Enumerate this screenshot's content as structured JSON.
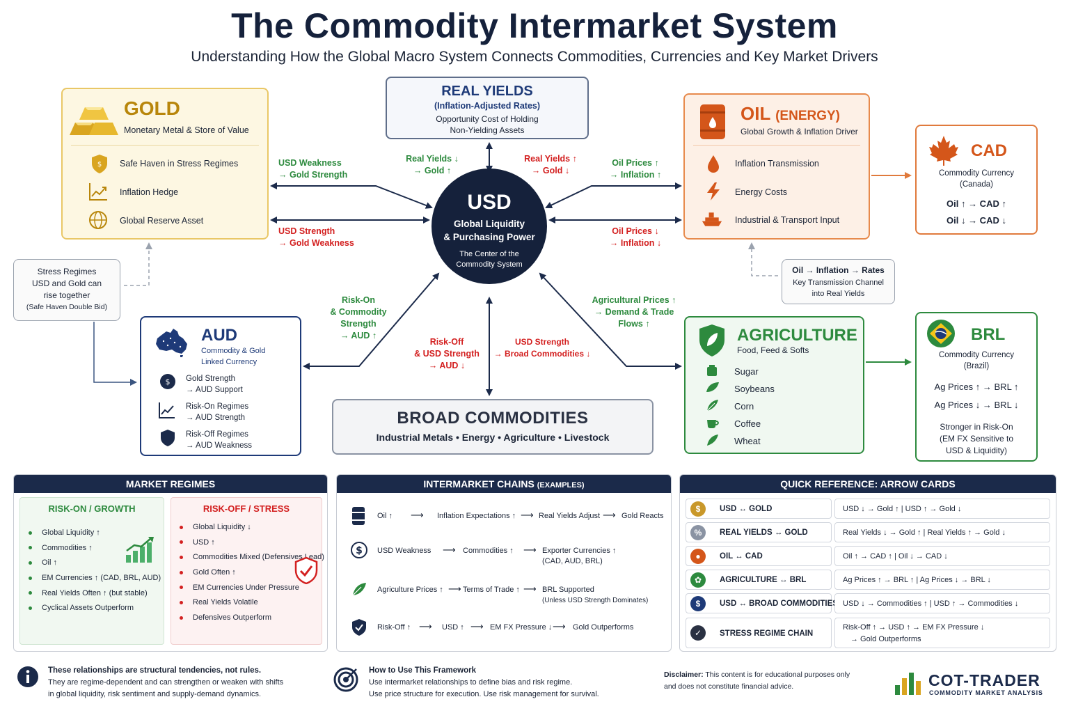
{
  "header": {
    "title": "The Commodity Intermarket System",
    "subtitle": "Understanding How the Global Macro System Connects Commodities, Currencies and Key Market Drivers"
  },
  "gold": {
    "title": "GOLD",
    "subtitle": "Monetary Metal & Store of Value",
    "items": [
      "Safe Haven in Stress Regimes",
      "Inflation Hedge",
      "Global Reserve Asset"
    ]
  },
  "real_yields": {
    "title": "REAL YIELDS",
    "subtitle": "(Inflation-Adjusted Rates)",
    "desc1": "Opportunity Cost of Holding",
    "desc2": "Non-Yielding Assets"
  },
  "oil": {
    "title": "OIL",
    "title_suffix": "(ENERGY)",
    "subtitle": "Global Growth & Inflation Driver",
    "items": [
      "Inflation Transmission",
      "Energy Costs",
      "Industrial & Transport Input"
    ]
  },
  "cad": {
    "title": "CAD",
    "sub1": "Commodity Currency",
    "sub2": "(Canada)",
    "rule1": "Oil ↑ → CAD ↑",
    "rule2": "Oil ↓ → CAD ↓"
  },
  "usd": {
    "title": "USD",
    "sub1": "Global Liquidity",
    "sub2": "& Purchasing Power",
    "desc1": "The Center of the",
    "desc2": "Commodity System"
  },
  "stress": {
    "title": "Stress Regimes",
    "line1": "USD and Gold can",
    "line2": "rise together",
    "note": "(Safe Haven Double Bid)"
  },
  "transmission": {
    "title": "Oil → Inflation → Rates",
    "line1": "Key Transmission Channel",
    "line2": "into Real Yields"
  },
  "aud": {
    "title": "AUD",
    "sub1": "Commodity & Gold",
    "sub2": "Linked Currency",
    "items": [
      {
        "a": "Gold Strength",
        "b": "→ AUD Support"
      },
      {
        "a": "Risk-On Regimes",
        "b": "→ AUD Strength"
      },
      {
        "a": "Risk-Off Regimes",
        "b": "→ AUD Weakness"
      }
    ]
  },
  "broad": {
    "title": "BROAD COMMODITIES",
    "subtitle": "Industrial Metals • Energy • Agriculture • Livestock"
  },
  "agri": {
    "title": "AGRICULTURE",
    "subtitle": "Food, Feed & Softs",
    "items": [
      "Sugar",
      "Soybeans",
      "Corn",
      "Coffee",
      "Wheat"
    ]
  },
  "brl": {
    "title": "BRL",
    "sub1": "Commodity Currency",
    "sub2": "(Brazil)",
    "rule1": "Ag Prices ↑ → BRL ↑",
    "rule2": "Ag Prices ↓ → BRL ↓",
    "note1": "Stronger in Risk-On",
    "note2": "(EM FX Sensitive to",
    "note3": "USD & Liquidity)"
  },
  "arrow_labels": {
    "usd_weak_1": "USD Weakness",
    "usd_weak_2": "→ Gold Strength",
    "usd_strong_1": "USD Strength",
    "usd_strong_2": "→ Gold Weakness",
    "ry_down_1": "Real Yields ↓",
    "ry_down_2": "→ Gold ↑",
    "ry_up_1": "Real Yields ↑",
    "ry_up_2": "→ Gold ↓",
    "oil_up_1": "Oil Prices ↑",
    "oil_up_2": "→ Inflation ↑",
    "oil_down_1": "Oil Prices ↓",
    "oil_down_2": "→ Inflation ↓",
    "riskon_1": "Risk-On",
    "riskon_2": "& Commodity",
    "riskon_3": "Strength",
    "riskon_4": "→ AUD ↑",
    "riskoff_1": "Risk-Off",
    "riskoff_2": "& USD Strength",
    "riskoff_3": "→ AUD ↓",
    "usd_broad_1": "USD Strength",
    "usd_broad_2": "→ Broad Commodities ↓",
    "ag_1": "Agricultural Prices ↑",
    "ag_2": "→ Demand & Trade",
    "ag_3": "Flows ↑"
  },
  "market_regimes": {
    "header": "MARKET REGIMES",
    "risk_on": {
      "title": "RISK-ON / GROWTH",
      "items": [
        "Global Liquidity ↑",
        "Commodities ↑",
        "Oil ↑",
        "EM Currencies ↑ (CAD, BRL, AUD)",
        "Real Yields Often ↑ (but stable)",
        "Cyclical Assets Outperform"
      ]
    },
    "risk_off": {
      "title": "RISK-OFF / STRESS",
      "items": [
        "Global Liquidity ↓",
        "USD ↑",
        "Commodities Mixed (Defensives Lead)",
        "Gold Often ↑",
        "EM Currencies Under Pressure",
        "Real Yields Volatile",
        "Defensives Outperform"
      ]
    }
  },
  "chains": {
    "header": "INTERMARKET CHAINS",
    "header_small": "(EXAMPLES)",
    "rows": [
      {
        "a": "Oil ↑",
        "b": "Inflation Expectations ↑",
        "c": "Real Yields Adjust",
        "d": "Gold Reacts",
        "d2": ""
      },
      {
        "a": "USD Weakness",
        "b": "Commodities ↑",
        "c": "Exporter Currencies ↑",
        "d": "(CAD, AUD, BRL)",
        "d2": ""
      },
      {
        "a": "Agriculture Prices ↑",
        "b": "Terms of Trade ↑",
        "c": "BRL Supported",
        "d": "(Unless USD Strength Dominates)",
        "d2": ""
      },
      {
        "a": "Risk-Off ↑",
        "b": "USD ↑",
        "c": "EM FX Pressure ↓",
        "d": "Gold Outperforms",
        "d2": ""
      }
    ]
  },
  "quick_ref": {
    "header": "QUICK REFERENCE: ARROW CARDS",
    "rows": [
      {
        "left": "USD ↔ GOLD",
        "right": "USD ↓ → Gold ↑   |   USD ↑ → Gold ↓",
        "color": "#c9982a",
        "icon": "$"
      },
      {
        "left": "REAL YIELDS ↔ GOLD",
        "right": "Real Yields ↓ → Gold ↑   |   Real Yields ↑ → Gold ↓",
        "color": "#8a93a3",
        "icon": "%"
      },
      {
        "left": "OIL ↔ CAD",
        "right": "Oil ↑ → CAD ↑   |   Oil ↓ → CAD ↓",
        "color": "#d4561a",
        "icon": "●"
      },
      {
        "left": "AGRICULTURE ↔ BRL",
        "right": "Ag Prices ↑ → BRL ↑   |   Ag Prices ↓ → BRL ↓",
        "color": "#2d8a3e",
        "icon": "✿"
      },
      {
        "left": "USD ↔ BROAD COMMODITIES",
        "right": "USD ↓ → Commodities ↑   |   USD ↑ → Commodities ↓",
        "color": "#1e3a78",
        "icon": "$"
      },
      {
        "left": "STRESS REGIME CHAIN",
        "right": "Risk-Off ↑ → USD ↑ → EM FX Pressure ↓",
        "right2": "→ Gold Outperforms",
        "color": "#2a3142",
        "icon": "✓"
      }
    ]
  },
  "footer": {
    "note_title": "These relationships are structural tendencies, not rules.",
    "note_line1": "They are regime-dependent and can strengthen or weaken with shifts",
    "note_line2": "in global liquidity, risk sentiment and supply-demand dynamics.",
    "how_title": "How to Use This Framework",
    "how_line1": "Use intermarket relationships to define bias and risk regime.",
    "how_line2": "Use price structure for execution. Use risk management for survival.",
    "disclaimer_label": "Disclaimer:",
    "disclaimer_text": " This content is for educational purposes only",
    "disclaimer_line2": "and does not constitute financial advice.",
    "logo_name": "COT-TRADER",
    "logo_tagline": "COMMODITY MARKET ANALYSIS"
  },
  "colors": {
    "navy": "#15213b",
    "gold": "#b8860b",
    "oil": "#d4561a",
    "green": "#2d8a3e",
    "red": "#d32020",
    "blue": "#1e3a78"
  }
}
